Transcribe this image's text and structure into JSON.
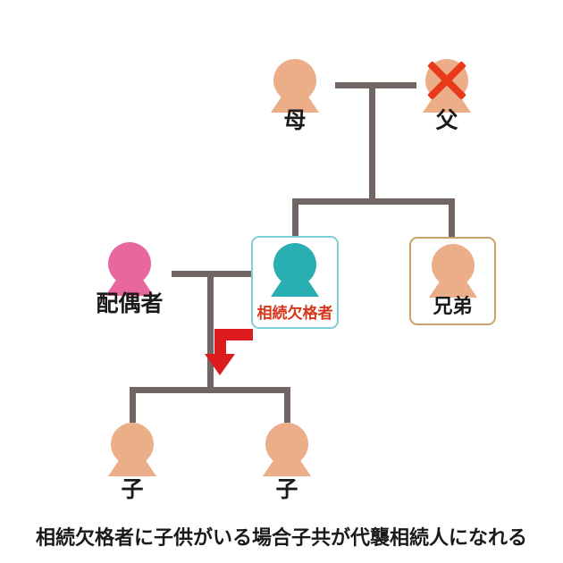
{
  "caption": "相続欠格者に子供がいる場合子共が代襲相続人になれる",
  "nodes": {
    "mother": {
      "label": "母"
    },
    "father": {
      "label": "父"
    },
    "spouse": {
      "label": "配偶者"
    },
    "disqualified": {
      "label": "相続欠格者"
    },
    "sibling": {
      "label": "兄弟"
    },
    "child_left": {
      "label": "子"
    },
    "child_right": {
      "label": "子"
    }
  },
  "icons": {
    "person": "person-silhouette",
    "deceased": "red-cross-x",
    "substitution": "red-down-arrow"
  },
  "colors": {
    "connector_line": "#716663",
    "person_default": "#EBAE88",
    "person_spouse": "#E9679F",
    "person_disqualified": "#29AEB2",
    "disqualified_box_border": "#7ED0D6",
    "sibling_box_border": "#CDA26A",
    "deceased_cross": "#E8391B",
    "substitution_arrow": "#DC1B1E",
    "disqualified_label": "#D6371C",
    "text": "#1A1A1A",
    "background": "#FFFFFF"
  }
}
